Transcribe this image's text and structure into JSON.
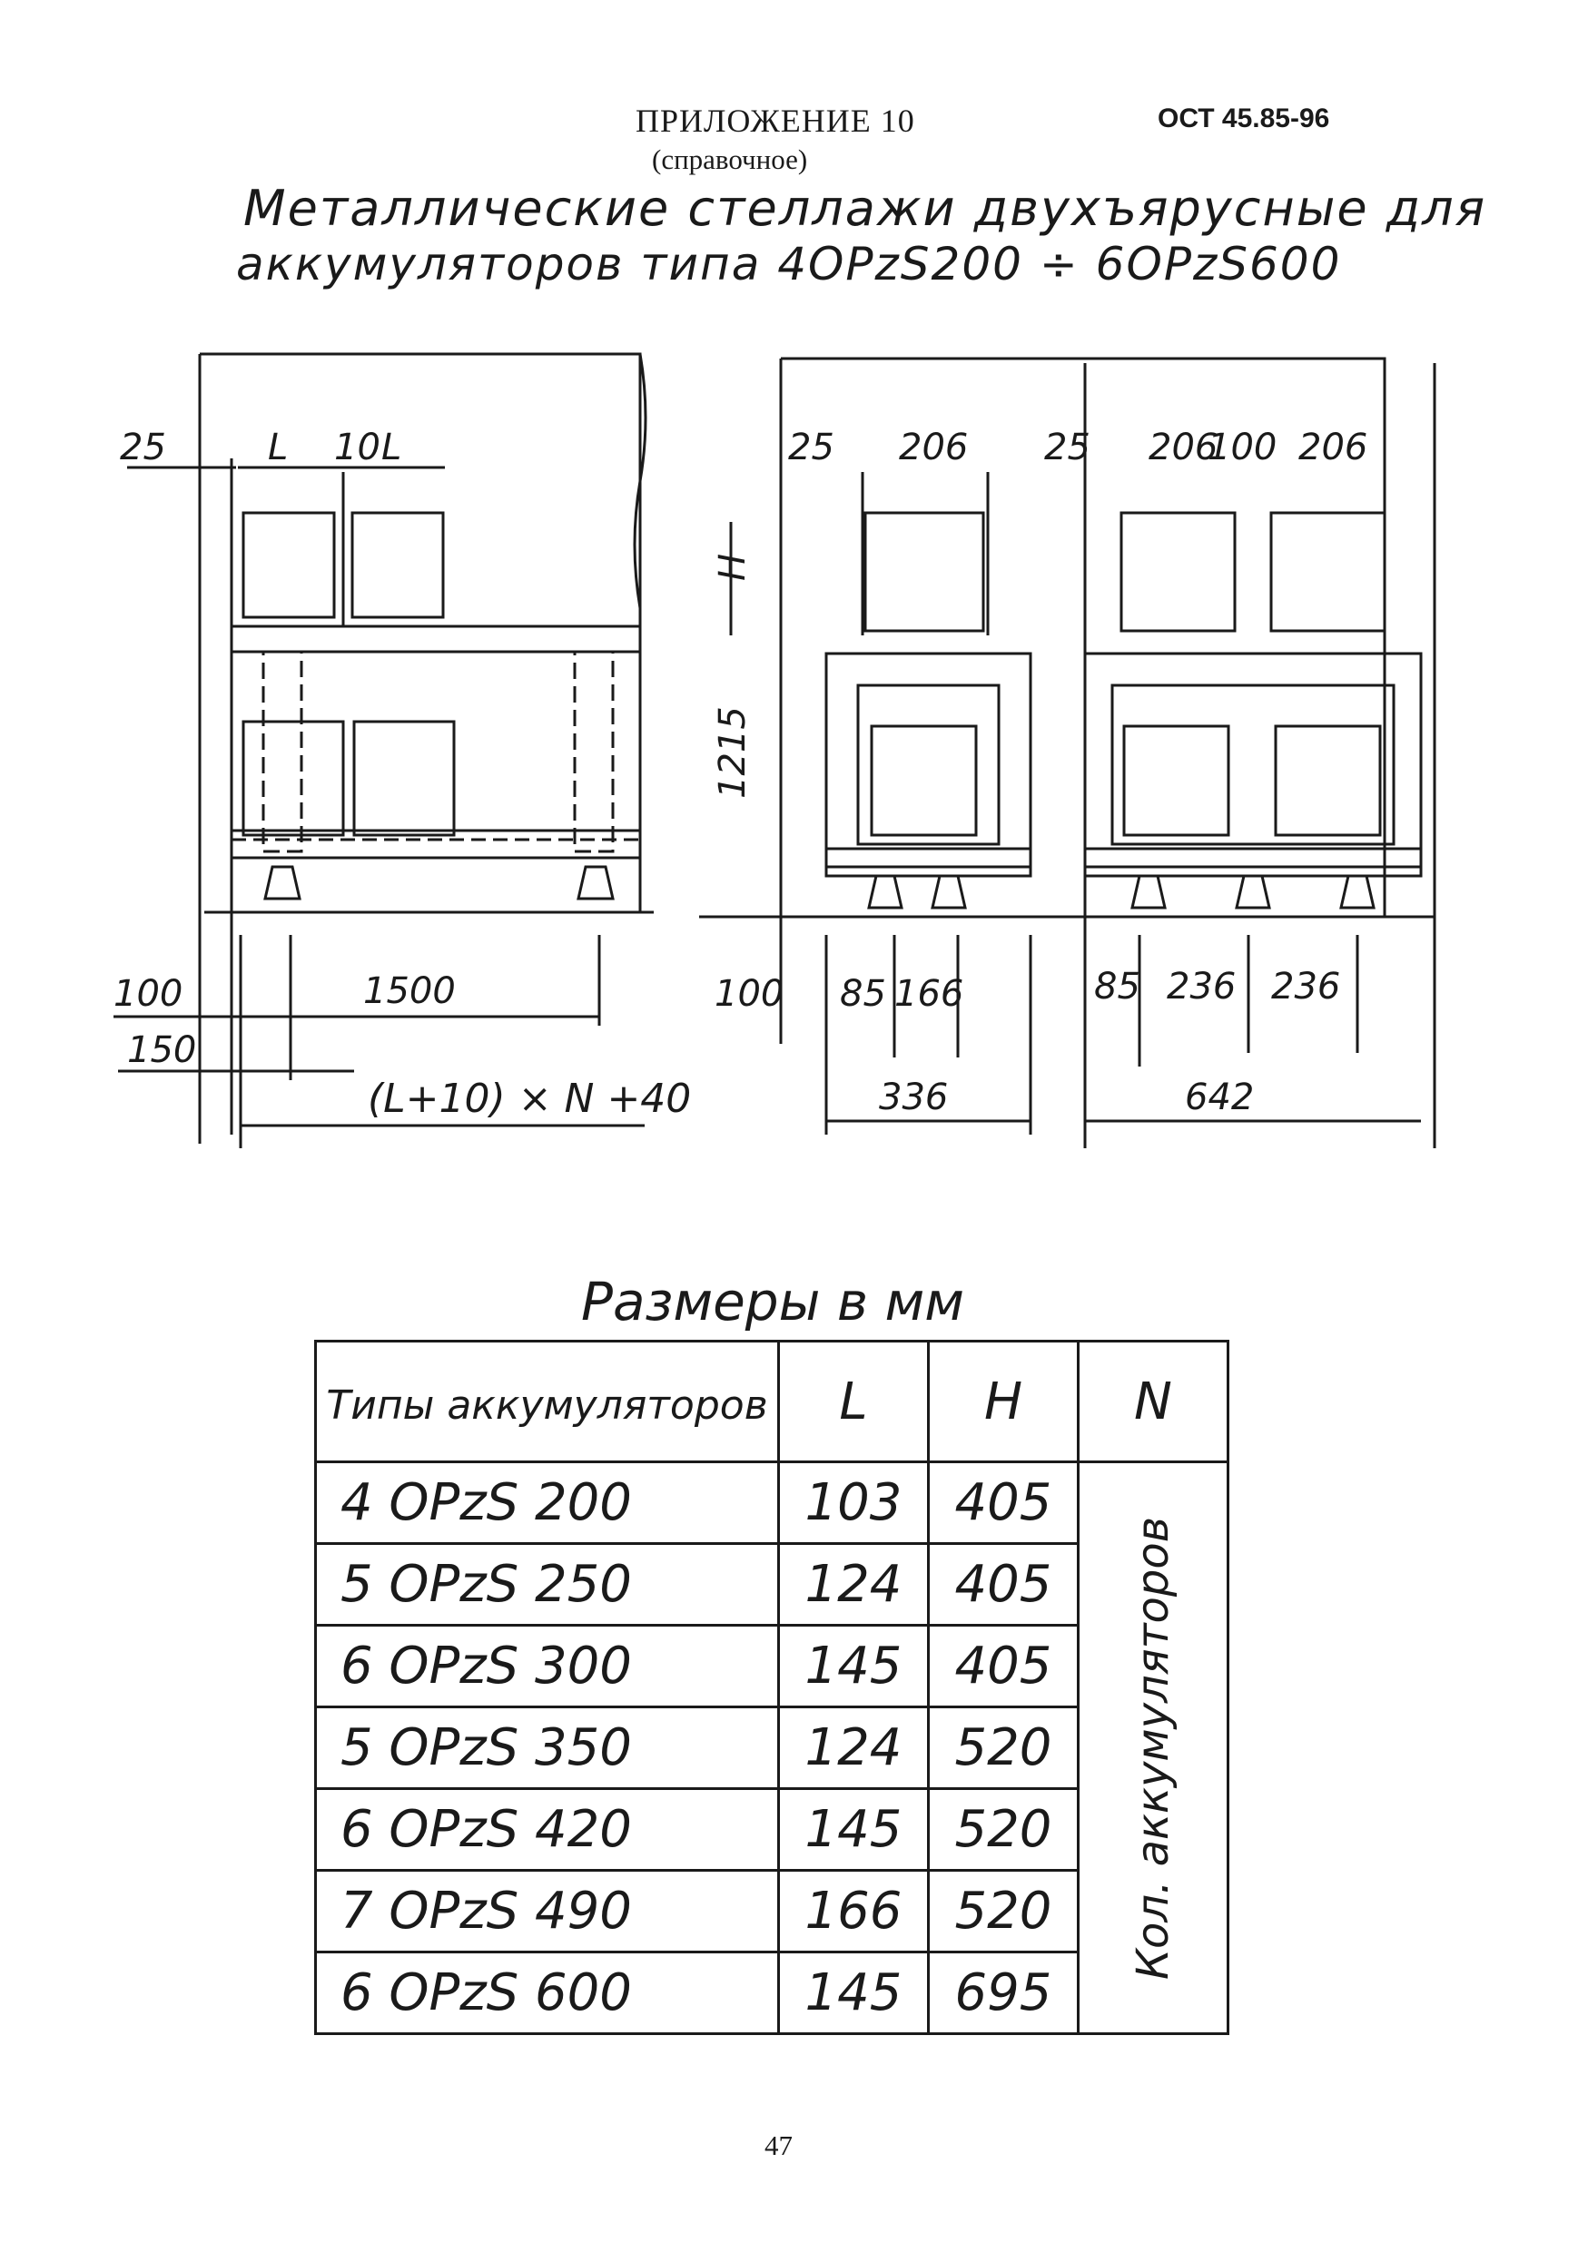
{
  "header": {
    "appendix": "ПРИЛОЖЕНИЕ 10",
    "note": "(справочное)",
    "standard": "ОСТ 45.85-96"
  },
  "title": {
    "line1": "Металлические стеллажи двухъярусные для",
    "line2": "аккумуляторов типа 4OPzS200 ÷ 6OPzS600"
  },
  "drawing": {
    "left_view": {
      "dim_25": "25",
      "dim_L1": "L",
      "dim_10": "10",
      "dim_L2": "L",
      "dim_100": "100",
      "dim_1500": "1500",
      "dim_150": "150",
      "dim_formula": "(L+10) × N +40"
    },
    "middle_view": {
      "dim_H": "H",
      "dim_1215": "1215",
      "dim_25": "25",
      "dim_206": "206",
      "dim_100": "100",
      "dim_85": "85",
      "dim_166": "166",
      "dim_336": "336"
    },
    "right_view": {
      "dim_25": "25",
      "dim_206a": "206",
      "dim_100": "100",
      "dim_206b": "206",
      "dim_85": "85",
      "dim_236a": "236",
      "dim_236b": "236",
      "dim_642": "642"
    }
  },
  "table": {
    "caption": "Размеры в мм",
    "headers": {
      "type": "Типы аккумуляторов",
      "L": "L",
      "H": "H",
      "N": "N"
    },
    "n_note": "Кол. аккумуляторов",
    "rows": [
      {
        "type": "4 OPzS 200",
        "L": "103",
        "H": "405"
      },
      {
        "type": "5 OPzS 250",
        "L": "124",
        "H": "405"
      },
      {
        "type": "6 OPzS 300",
        "L": "145",
        "H": "405"
      },
      {
        "type": "5 OPzS 350",
        "L": "124",
        "H": "520"
      },
      {
        "type": "6 OPzS 420",
        "L": "145",
        "H": "520"
      },
      {
        "type": "7 OPzS 490",
        "L": "166",
        "H": "520"
      },
      {
        "type": "6 OPzS 600",
        "L": "145",
        "H": "695"
      }
    ]
  },
  "footer": {
    "page_number": "47"
  }
}
